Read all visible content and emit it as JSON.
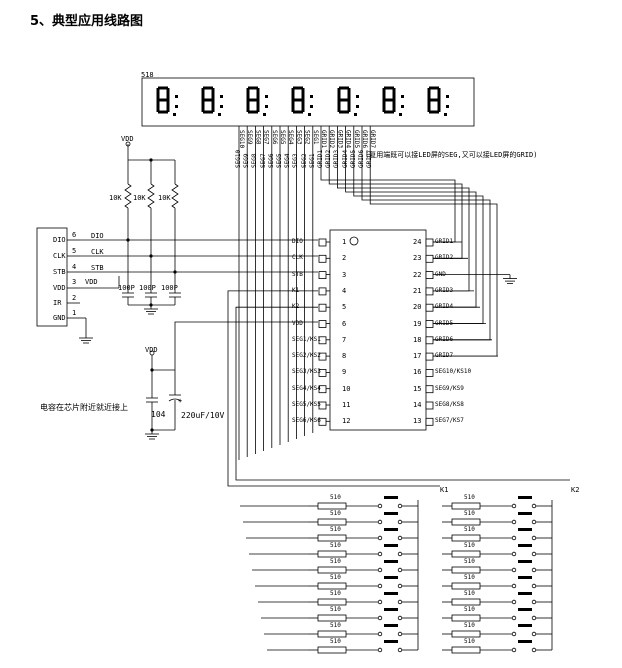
{
  "title": "5、典型应用线路图",
  "display": {
    "label": "518",
    "pin_labels": [
      "SEG10",
      "SEG9",
      "SEG8",
      "SEG7",
      "SEG6",
      "SEG5",
      "SEG4",
      "SEG3",
      "SEG2",
      "SEG1",
      "GRID1",
      "GRID2",
      "GRID3",
      "GRID4",
      "GRID5",
      "GRID6",
      "GRID7"
    ],
    "note": "(复用端既可以接LED屏的SEG,又可以接LED屏的GRID)"
  },
  "power": {
    "vdd_top": "VDD",
    "vdd_mid": "VDD"
  },
  "resistors": [
    "10K",
    "10K",
    "10K"
  ],
  "caps": [
    "100P",
    "100P",
    "100P"
  ],
  "connector": {
    "pins": [
      {
        "name": "DIO",
        "num": "6"
      },
      {
        "name": "CLK",
        "num": "5"
      },
      {
        "name": "STB",
        "num": "4"
      },
      {
        "name": "VDD",
        "num": "3"
      },
      {
        "name": "IR",
        "num": "2"
      },
      {
        "name": "GND",
        "num": "1"
      }
    ],
    "wires": [
      "DIO",
      "CLK",
      "STB",
      "VDD"
    ]
  },
  "chip": {
    "left_pins": [
      {
        "num": "1",
        "name": "DIO"
      },
      {
        "num": "2",
        "name": "CLK"
      },
      {
        "num": "3",
        "name": "STB"
      },
      {
        "num": "4",
        "name": "K1"
      },
      {
        "num": "5",
        "name": "K2"
      },
      {
        "num": "6",
        "name": "VDD"
      },
      {
        "num": "7",
        "name": "SEG1/KS1"
      },
      {
        "num": "8",
        "name": "SEG2/KS2"
      },
      {
        "num": "9",
        "name": "SEG3/KS3"
      },
      {
        "num": "10",
        "name": "SEG4/KS4"
      },
      {
        "num": "11",
        "name": "SEG5/KS5"
      },
      {
        "num": "12",
        "name": "SEG6/KS6"
      }
    ],
    "right_pins": [
      {
        "num": "24",
        "name": "GRID1"
      },
      {
        "num": "23",
        "name": "GRID2"
      },
      {
        "num": "22",
        "name": "GND"
      },
      {
        "num": "21",
        "name": "GRID3"
      },
      {
        "num": "20",
        "name": "GRID4"
      },
      {
        "num": "19",
        "name": "GRID5"
      },
      {
        "num": "18",
        "name": "GRID6"
      },
      {
        "num": "17",
        "name": "GRID7"
      },
      {
        "num": "16",
        "name": "SEG10/KS10"
      },
      {
        "num": "15",
        "name": "SEG9/KS9"
      },
      {
        "num": "14",
        "name": "SEG8/KS8"
      },
      {
        "num": "13",
        "name": "SEG7/KS7"
      }
    ]
  },
  "decoupling": {
    "note": "电容在芯片附近就近接上",
    "cap_small": "104",
    "cap_large": "220uF/10V",
    "plus": "+"
  },
  "keys": {
    "k1": "K1",
    "k2": "K2",
    "resistor": "510"
  }
}
